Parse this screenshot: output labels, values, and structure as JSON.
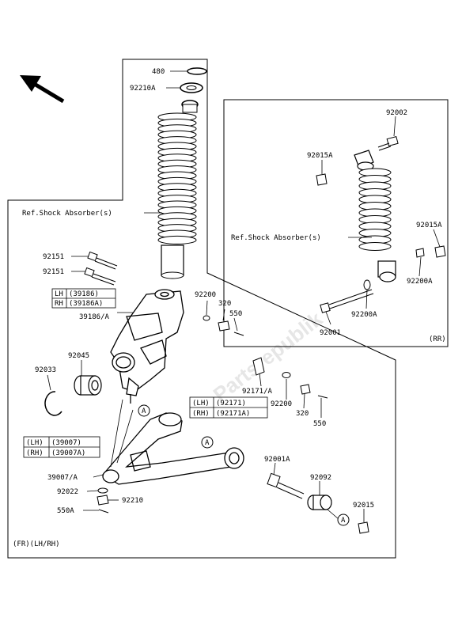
{
  "diagram": {
    "watermark": "Partsrepublik",
    "front_labels": {
      "ref_shock": "Ref.Shock Absorber(s)",
      "p480": "480",
      "p92210A": "92210A",
      "p92151_a": "92151",
      "p92151_b": "92151",
      "lh_key": "LH",
      "lh_val": "(39186)",
      "rh_key": "RH",
      "rh_val": "(39186A)",
      "p39186A": "39186/A",
      "p92200": "92200",
      "p320": "320",
      "p550": "550",
      "p92045": "92045",
      "p92033": "92033",
      "p92171A": "92171/A",
      "p92200_b": "92200",
      "p320_b": "320",
      "p550_b": "550",
      "lh2_key": "(LH)",
      "lh2_val": "(92171)",
      "rh2_key": "(RH)",
      "rh2_val": "(92171A)",
      "lh3_key": "(LH)",
      "lh3_val": "(39007)",
      "rh3_key": "(RH)",
      "rh3_val": "(39007A)",
      "p39007A": "39007/A",
      "p92022": "92022",
      "p92210": "92210",
      "p550A": "550A",
      "p92001A": "92001A",
      "p92092": "92092",
      "p92015": "92015",
      "fr": "(FR)(LH/RH)",
      "callout_a": "A"
    },
    "rear_labels": {
      "p92002": "92002",
      "p92015A_a": "92015A",
      "p92015A_b": "92015A",
      "ref_shock": "Ref.Shock Absorber(s)",
      "p92200A_a": "92200A",
      "p92200A_b": "92200A",
      "p92001": "92001",
      "rr": "(RR)"
    }
  }
}
